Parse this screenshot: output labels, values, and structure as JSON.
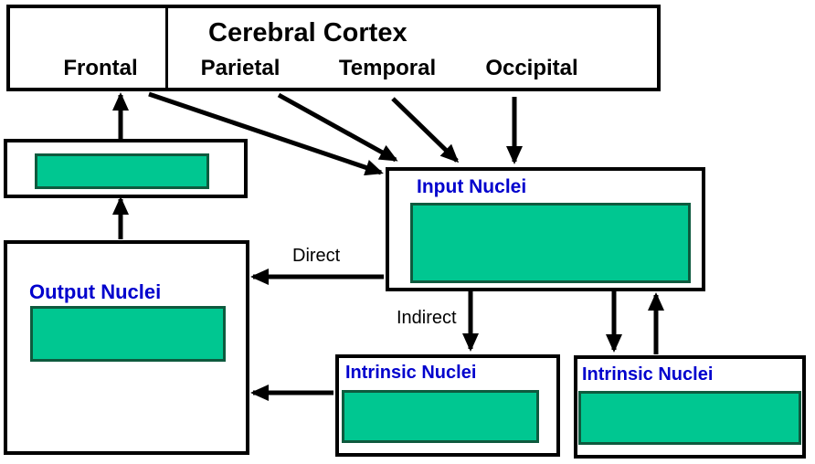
{
  "cortex": {
    "title": "Cerebral Cortex",
    "lobes": [
      {
        "label": "Frontal"
      },
      {
        "label": "Parietal"
      },
      {
        "label": "Temporal"
      },
      {
        "label": "Occipital"
      }
    ]
  },
  "nuclei": {
    "input": {
      "label": "Input Nuclei"
    },
    "output": {
      "label": "Output Nuclei"
    },
    "intrinsic_left": {
      "label": "Intrinsic Nuclei"
    },
    "intrinsic_right": {
      "label": "Intrinsic Nuclei"
    }
  },
  "pathways": {
    "direct": {
      "label": "Direct"
    },
    "indirect": {
      "label": "Indirect"
    }
  },
  "colors": {
    "nucleus_bar_fill": "#00c791",
    "nucleus_bar_border": "#0e5a3e",
    "nucleus_label_blue": "#0000cd",
    "line_black": "#000000"
  }
}
